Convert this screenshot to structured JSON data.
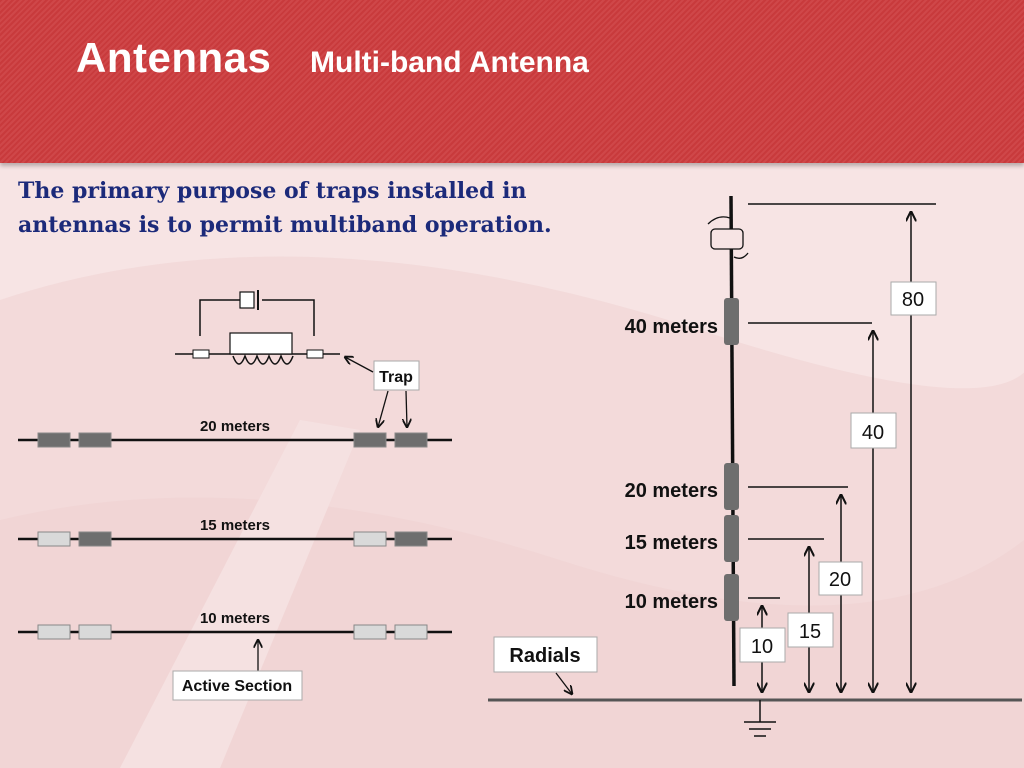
{
  "header": {
    "title": "Antennas",
    "subtitle": "Multi-band Antenna"
  },
  "statement": "The primary purpose of traps installed in antennas is to permit multiband operation.",
  "dipole_figure": {
    "trap_label": "Trap",
    "rows": [
      {
        "label": "20 meters",
        "traps_active": [
          true,
          true,
          true,
          true
        ]
      },
      {
        "label": "15 meters",
        "traps_active": [
          false,
          true,
          false,
          true
        ]
      },
      {
        "label": "10 meters",
        "traps_active": [
          false,
          false,
          false,
          false
        ]
      }
    ],
    "active_section_label": "Active Section"
  },
  "vertical_figure": {
    "band_labels": [
      "40 meters",
      "20 meters",
      "15 meters",
      "10 meters"
    ],
    "dimension_labels": [
      "80",
      "40",
      "20",
      "15",
      "10"
    ],
    "radials_label": "Radials"
  },
  "colors": {
    "header_red": "#c83a3c",
    "statement_blue": "#1c2a7a",
    "trap_dark": "#6e6e6e",
    "trap_light": "#d9d9d9"
  }
}
